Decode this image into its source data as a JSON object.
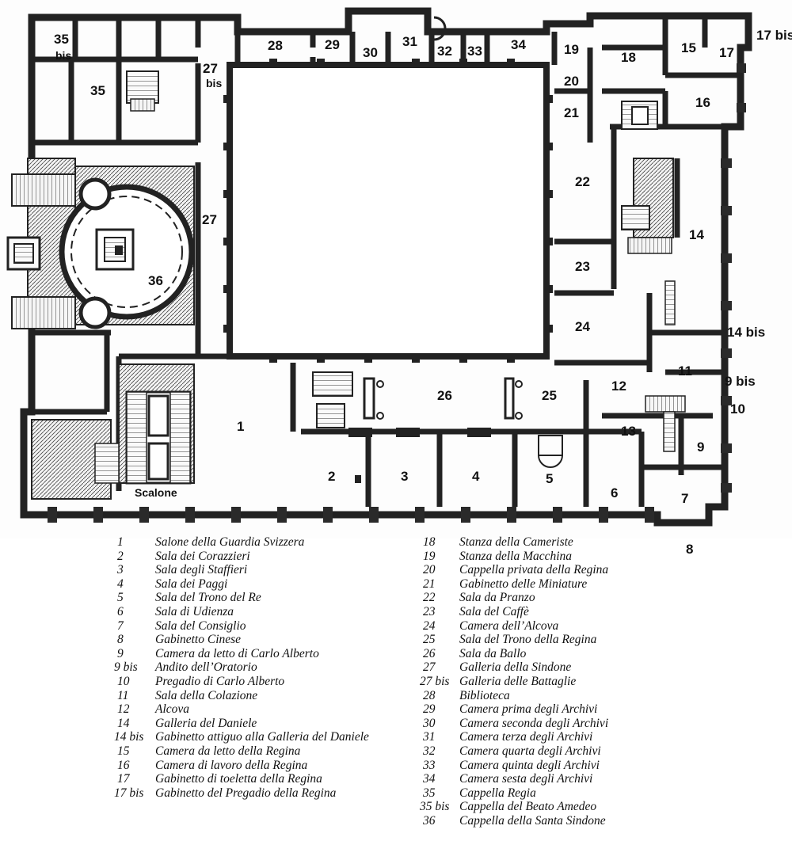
{
  "plan": {
    "room_labels": [
      {
        "id": "35bis-a",
        "text": "35"
      },
      {
        "id": "35bis-b",
        "text": "bis"
      },
      {
        "id": "35",
        "text": "35"
      },
      {
        "id": "28",
        "text": "28"
      },
      {
        "id": "29",
        "text": "29"
      },
      {
        "id": "30",
        "text": "30"
      },
      {
        "id": "31",
        "text": "31"
      },
      {
        "id": "32",
        "text": "32"
      },
      {
        "id": "33",
        "text": "33"
      },
      {
        "id": "34",
        "text": "34"
      },
      {
        "id": "19",
        "text": "19"
      },
      {
        "id": "18",
        "text": "18"
      },
      {
        "id": "15",
        "text": "15"
      },
      {
        "id": "17",
        "text": "17"
      },
      {
        "id": "17bis",
        "text": "17 bis"
      },
      {
        "id": "27bis-a",
        "text": "27"
      },
      {
        "id": "27bis-b",
        "text": "bis"
      },
      {
        "id": "20",
        "text": "20"
      },
      {
        "id": "16",
        "text": "16"
      },
      {
        "id": "21",
        "text": "21"
      },
      {
        "id": "22",
        "text": "22"
      },
      {
        "id": "27",
        "text": "27"
      },
      {
        "id": "14",
        "text": "14"
      },
      {
        "id": "23",
        "text": "23"
      },
      {
        "id": "36",
        "text": "36"
      },
      {
        "id": "24",
        "text": "24"
      },
      {
        "id": "14bis",
        "text": "14 bis"
      },
      {
        "id": "11",
        "text": "11"
      },
      {
        "id": "9bis",
        "text": "9 bis"
      },
      {
        "id": "26",
        "text": "26"
      },
      {
        "id": "25",
        "text": "25"
      },
      {
        "id": "12",
        "text": "12"
      },
      {
        "id": "10",
        "text": "10"
      },
      {
        "id": "1",
        "text": "1"
      },
      {
        "id": "13",
        "text": "13"
      },
      {
        "id": "9",
        "text": "9"
      },
      {
        "id": "2",
        "text": "2"
      },
      {
        "id": "3",
        "text": "3"
      },
      {
        "id": "4",
        "text": "4"
      },
      {
        "id": "5",
        "text": "5"
      },
      {
        "id": "6",
        "text": "6"
      },
      {
        "id": "7",
        "text": "7"
      },
      {
        "id": "8",
        "text": "8"
      },
      {
        "id": "scalone",
        "text": "Scalone"
      }
    ]
  },
  "legend": {
    "left": [
      {
        "num": "1",
        "name": "Salone della Guardia Svizzera"
      },
      {
        "num": "2",
        "name": "Sala dei Corazzieri"
      },
      {
        "num": "3",
        "name": "Sala degli Staffieri"
      },
      {
        "num": "4",
        "name": "Sala dei Paggi"
      },
      {
        "num": "5",
        "name": "Sala del Trono del Re"
      },
      {
        "num": "6",
        "name": "Sala di Udienza"
      },
      {
        "num": "7",
        "name": "Sala del Consiglio"
      },
      {
        "num": "8",
        "name": "Gabinetto Cinese"
      },
      {
        "num": "9",
        "name": "Camera da letto di Carlo Alberto"
      },
      {
        "num": "9 bis",
        "name": "Andito dell’Oratorio"
      },
      {
        "num": "10",
        "name": "Pregadio di Carlo Alberto"
      },
      {
        "num": "11",
        "name": "Sala della Colazione"
      },
      {
        "num": "12",
        "name": "Alcova"
      },
      {
        "num": "14",
        "name": "Galleria del Daniele"
      },
      {
        "num": "14 bis",
        "name": "Gabinetto attiguo alla Galleria del Daniele"
      },
      {
        "num": "15",
        "name": "Camera da letto della Regina"
      },
      {
        "num": "16",
        "name": "Camera di lavoro della Regina"
      },
      {
        "num": "17",
        "name": "Gabinetto di toeletta della Regina"
      },
      {
        "num": "17 bis",
        "name": "Gabinetto del Pregadio della Regina"
      }
    ],
    "right": [
      {
        "num": "18",
        "name": "Stanza della Cameriste"
      },
      {
        "num": "19",
        "name": "Stanza della Macchina"
      },
      {
        "num": "20",
        "name": "Cappella privata della Regina"
      },
      {
        "num": "21",
        "name": "Gabinetto delle Miniature"
      },
      {
        "num": "22",
        "name": "Sala da Pranzo"
      },
      {
        "num": "23",
        "name": "Sala del Caffè"
      },
      {
        "num": "24",
        "name": "Camera dell’Alcova"
      },
      {
        "num": "25",
        "name": "Sala del Trono della Regina"
      },
      {
        "num": "26",
        "name": "Sala da Ballo"
      },
      {
        "num": "27",
        "name": "Galleria della Sindone"
      },
      {
        "num": "27 bis",
        "name": "Galleria delle Battaglie"
      },
      {
        "num": "28",
        "name": "Biblioteca"
      },
      {
        "num": "29",
        "name": "Camera prima degli Archivi"
      },
      {
        "num": "30",
        "name": "Camera seconda degli Archivi"
      },
      {
        "num": "31",
        "name": "Camera terza degli Archivi"
      },
      {
        "num": "32",
        "name": "Camera quarta degli Archivi"
      },
      {
        "num": "33",
        "name": "Camera quinta degli Archivi"
      },
      {
        "num": "34",
        "name": "Camera sesta degli Archivi"
      },
      {
        "num": "35",
        "name": "Cappella Regia"
      },
      {
        "num": "35 bis",
        "name": "Cappella del Beato Amedeo"
      },
      {
        "num": "36",
        "name": "Cappella della Santa Sindone"
      }
    ]
  }
}
